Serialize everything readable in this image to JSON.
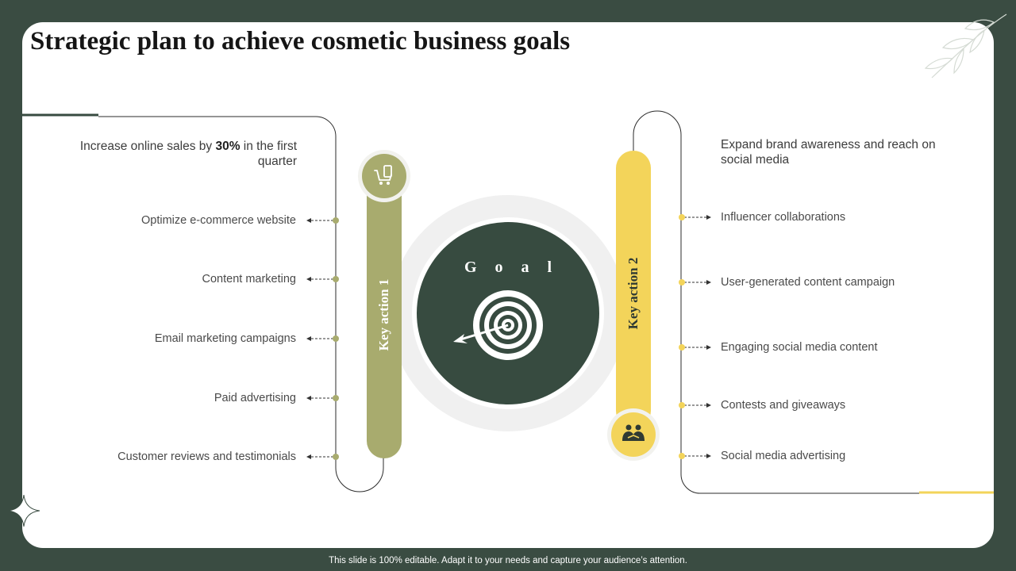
{
  "title": "Strategic plan to achieve cosmetic business goals",
  "left": {
    "heading_pre": "Increase online sales by ",
    "heading_bold": "30%",
    "heading_post": " in the first quarter",
    "key_action_label": "Key action 1",
    "icon": "shopping-cart-icon",
    "items": [
      "Optimize e-commerce website",
      "Content marketing",
      "Email marketing campaigns",
      "Paid advertising",
      "Customer reviews and testimonials"
    ]
  },
  "center": {
    "goal_label": "G o a l",
    "icon": "target-arrow-icon"
  },
  "right": {
    "heading": "Expand brand awareness and reach on social media",
    "key_action_label": "Key action 2",
    "icon": "handshake-icon",
    "items": [
      "Influencer collaborations",
      "User-generated content campaign",
      "Engaging social media content",
      "Contests and giveaways",
      "Social media advertising"
    ]
  },
  "footer": "This slide is 100% editable. Adapt it to your needs and capture your audience’s attention.",
  "colors": {
    "background": "#3a4c42",
    "olive": "#a8ab6e",
    "yellow": "#f3d45a",
    "goal_dark": "#374b40"
  }
}
